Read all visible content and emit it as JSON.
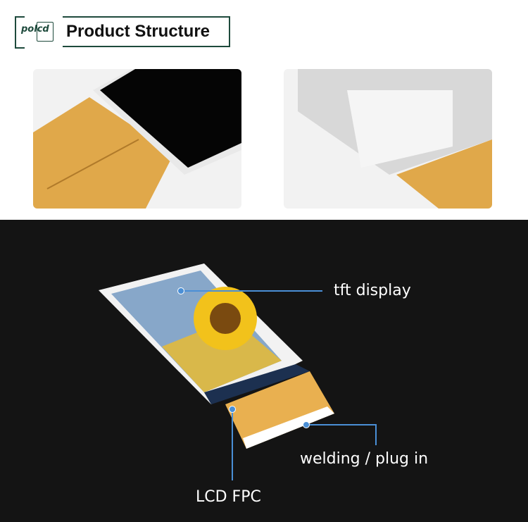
{
  "header": {
    "logo_text": "polcd",
    "title": "Product Structure"
  },
  "diagram": {
    "labels": {
      "tft": "tft display",
      "welding": "welding / plug in",
      "fpc": "LCD FPC"
    }
  },
  "colors": {
    "brand": "#1e4a3c",
    "callout": "#4a8fd6",
    "background_dark": "#141414"
  }
}
